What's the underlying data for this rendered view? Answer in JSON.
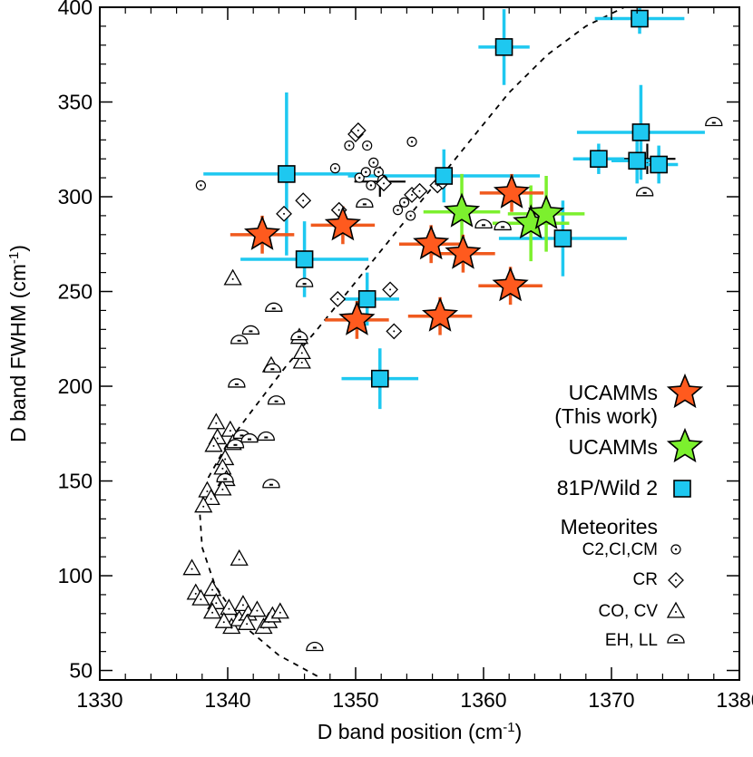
{
  "chart_data": {
    "type": "scatter",
    "xlabel": "D band position (cm",
    "ylabel": "D band FWHM (cm",
    "unit_superscript": "-1",
    "unit_close": ")",
    "xlim": [
      1330,
      1380
    ],
    "ylim": [
      45,
      400
    ],
    "x_ticks": [
      1330,
      1340,
      1350,
      1360,
      1370,
      1380
    ],
    "y_ticks": [
      50,
      100,
      150,
      200,
      250,
      300,
      350,
      400
    ],
    "grid": false,
    "legend_placement": "right",
    "colors": {
      "ucamm_this_work": "#ff5a1e",
      "ucamm": "#7cf02e",
      "wild2": "#1ec8f0",
      "errorbar_this_work": "#f05a1e",
      "errorbar_ucamm": "#7cf02e",
      "errorbar_wild2": "#1ec8f0",
      "trend": "#000000"
    },
    "legend": {
      "ucamm_this_work": [
        "UCAMMs",
        "(This work)"
      ],
      "ucamm": "UCAMMs",
      "wild2": "81P/Wild 2",
      "meteorites_header": "Meteorites",
      "c2": "C2,CI,CM",
      "cr": "CR",
      "cocv": "CO, CV",
      "ehll": "EH, LL"
    },
    "trend_curve": [
      [
        1347,
        47
      ],
      [
        1344,
        58
      ],
      [
        1341,
        75
      ],
      [
        1339,
        95
      ],
      [
        1338,
        115
      ],
      [
        1337.8,
        135
      ],
      [
        1338.5,
        152
      ],
      [
        1340,
        170
      ],
      [
        1342,
        188
      ],
      [
        1344.5,
        210
      ],
      [
        1347,
        230
      ],
      [
        1350,
        255
      ],
      [
        1353,
        280
      ],
      [
        1356,
        305
      ],
      [
        1359,
        330
      ],
      [
        1362,
        355
      ],
      [
        1365,
        375
      ],
      [
        1368,
        390
      ],
      [
        1371,
        400
      ]
    ],
    "series": [
      {
        "name": "UCAMMs (This work)",
        "points": [
          {
            "x": 1342.7,
            "y": 280,
            "xerr": 2.5,
            "yerr": 10
          },
          {
            "x": 1349.0,
            "y": 285,
            "xerr": 2.5,
            "yerr": 10
          },
          {
            "x": 1350.1,
            "y": 235,
            "xerr": 2.5,
            "yerr": 10
          },
          {
            "x": 1355.9,
            "y": 275,
            "xerr": 2.5,
            "yerr": 10
          },
          {
            "x": 1356.6,
            "y": 237,
            "xerr": 2.5,
            "yerr": 10
          },
          {
            "x": 1358.4,
            "y": 270,
            "xerr": 2.5,
            "yerr": 10
          },
          {
            "x": 1362.1,
            "y": 253,
            "xerr": 2.5,
            "yerr": 10
          },
          {
            "x": 1362.2,
            "y": 302,
            "xerr": 2.5,
            "yerr": 10
          }
        ]
      },
      {
        "name": "UCAMMs",
        "points": [
          {
            "x": 1358.3,
            "y": 292,
            "xerr": 3.0,
            "yerr": 20
          },
          {
            "x": 1363.7,
            "y": 286,
            "xerr": 3.0,
            "yerr": 20
          },
          {
            "x": 1364.9,
            "y": 291,
            "xerr": 3.0,
            "yerr": 20
          }
        ]
      },
      {
        "name": "81P/Wild 2",
        "points": [
          {
            "x": 1344.6,
            "y": 312,
            "xerr": 6.5,
            "yerr": 43
          },
          {
            "x": 1346.0,
            "y": 267,
            "xerr": 5.0,
            "yerr": 20
          },
          {
            "x": 1350.9,
            "y": 246,
            "xerr": 2.5,
            "yerr": 14
          },
          {
            "x": 1351.9,
            "y": 204,
            "xerr": 3.0,
            "yerr": 16
          },
          {
            "x": 1356.9,
            "y": 311,
            "xerr": 7.5,
            "yerr": 14
          },
          {
            "x": 1361.6,
            "y": 379,
            "xerr": 2.0,
            "yerr": 20
          },
          {
            "x": 1366.2,
            "y": 278,
            "xerr": 5.0,
            "yerr": 20
          },
          {
            "x": 1369.0,
            "y": 320,
            "xerr": 2.0,
            "yerr": 8
          },
          {
            "x": 1372.0,
            "y": 319,
            "xerr": 2.0,
            "yerr": 12
          },
          {
            "x": 1372.3,
            "y": 334,
            "xerr": 5.0,
            "yerr": 25
          },
          {
            "x": 1372.2,
            "y": 394,
            "xerr": 3.5,
            "yerr": 8
          },
          {
            "x": 1373.7,
            "y": 317,
            "xerr": 1.5,
            "yerr": 10
          }
        ]
      },
      {
        "name": "C2,CI,CM",
        "points": [
          {
            "x": 1337.9,
            "y": 306
          },
          {
            "x": 1348.4,
            "y": 315
          },
          {
            "x": 1350.3,
            "y": 310
          },
          {
            "x": 1350.8,
            "y": 313
          },
          {
            "x": 1350.9,
            "y": 327
          },
          {
            "x": 1351.2,
            "y": 306
          },
          {
            "x": 1351.4,
            "y": 318
          },
          {
            "x": 1351.8,
            "y": 313
          },
          {
            "x": 1353.3,
            "y": 293
          },
          {
            "x": 1353.8,
            "y": 297
          },
          {
            "x": 1354.3,
            "y": 290
          },
          {
            "x": 1354.4,
            "y": 329
          },
          {
            "x": 1349.5,
            "y": 327
          },
          {
            "x": 1352.1,
            "y": 309
          }
        ]
      },
      {
        "name": "CR",
        "points": [
          {
            "x": 1344.4,
            "y": 291
          },
          {
            "x": 1345.9,
            "y": 298
          },
          {
            "x": 1348.7,
            "y": 293
          },
          {
            "x": 1350.0,
            "y": 333
          },
          {
            "x": 1350.2,
            "y": 335
          },
          {
            "x": 1352.2,
            "y": 307
          },
          {
            "x": 1352.7,
            "y": 251
          },
          {
            "x": 1353.0,
            "y": 229
          },
          {
            "x": 1354.4,
            "y": 301
          },
          {
            "x": 1355.0,
            "y": 303
          },
          {
            "x": 1356.4,
            "y": 306
          },
          {
            "x": 1356.8,
            "y": 308
          },
          {
            "x": 1348.6,
            "y": 246
          }
        ]
      },
      {
        "name": "CO, CV",
        "points": [
          {
            "x": 1340.4,
            "y": 257
          },
          {
            "x": 1343.4,
            "y": 211
          },
          {
            "x": 1345.8,
            "y": 213
          },
          {
            "x": 1345.8,
            "y": 218
          },
          {
            "x": 1345.6,
            "y": 226
          },
          {
            "x": 1339.1,
            "y": 181
          },
          {
            "x": 1339.2,
            "y": 173
          },
          {
            "x": 1338.9,
            "y": 169
          },
          {
            "x": 1340.2,
            "y": 177
          },
          {
            "x": 1340.4,
            "y": 170
          },
          {
            "x": 1339.8,
            "y": 162
          },
          {
            "x": 1339.6,
            "y": 157
          },
          {
            "x": 1339.9,
            "y": 151
          },
          {
            "x": 1339.6,
            "y": 146
          },
          {
            "x": 1338.4,
            "y": 145
          },
          {
            "x": 1338.7,
            "y": 141
          },
          {
            "x": 1338.1,
            "y": 137
          },
          {
            "x": 1337.2,
            "y": 104
          },
          {
            "x": 1337.5,
            "y": 91
          },
          {
            "x": 1338.8,
            "y": 93
          },
          {
            "x": 1339.1,
            "y": 86
          },
          {
            "x": 1338.8,
            "y": 81
          },
          {
            "x": 1340.1,
            "y": 83
          },
          {
            "x": 1340.3,
            "y": 73
          },
          {
            "x": 1340.9,
            "y": 77
          },
          {
            "x": 1341.2,
            "y": 85
          },
          {
            "x": 1341.6,
            "y": 80
          },
          {
            "x": 1342.3,
            "y": 82
          },
          {
            "x": 1342.8,
            "y": 73
          },
          {
            "x": 1343.2,
            "y": 76
          },
          {
            "x": 1343.5,
            "y": 79
          },
          {
            "x": 1344.1,
            "y": 81
          },
          {
            "x": 1340.9,
            "y": 109
          },
          {
            "x": 1339.7,
            "y": 76
          },
          {
            "x": 1341.5,
            "y": 75
          },
          {
            "x": 1337.9,
            "y": 88
          }
        ]
      },
      {
        "name": "EH, LL",
        "points": [
          {
            "x": 1346.0,
            "y": 254
          },
          {
            "x": 1343.6,
            "y": 241
          },
          {
            "x": 1341.8,
            "y": 229
          },
          {
            "x": 1340.9,
            "y": 224
          },
          {
            "x": 1343.5,
            "y": 209
          },
          {
            "x": 1340.7,
            "y": 201
          },
          {
            "x": 1343.8,
            "y": 192
          },
          {
            "x": 1341.1,
            "y": 174
          },
          {
            "x": 1341.7,
            "y": 172
          },
          {
            "x": 1343.0,
            "y": 173
          },
          {
            "x": 1343.4,
            "y": 148
          },
          {
            "x": 1346.8,
            "y": 62
          },
          {
            "x": 1345.6,
            "y": 226
          },
          {
            "x": 1350.7,
            "y": 296
          },
          {
            "x": 1360.0,
            "y": 285
          },
          {
            "x": 1361.5,
            "y": 284
          },
          {
            "x": 1372.6,
            "y": 302
          },
          {
            "x": 1378.0,
            "y": 339
          },
          {
            "x": 1339.8,
            "y": 151
          },
          {
            "x": 1340.6,
            "y": 169
          }
        ]
      }
    ],
    "black_crosses": [
      {
        "x": 1351.9,
        "y": 308,
        "xerr": 2.0,
        "yerr": 8
      },
      {
        "x": 1372.8,
        "y": 320,
        "xerr": 2.2,
        "yerr": 8
      }
    ]
  }
}
